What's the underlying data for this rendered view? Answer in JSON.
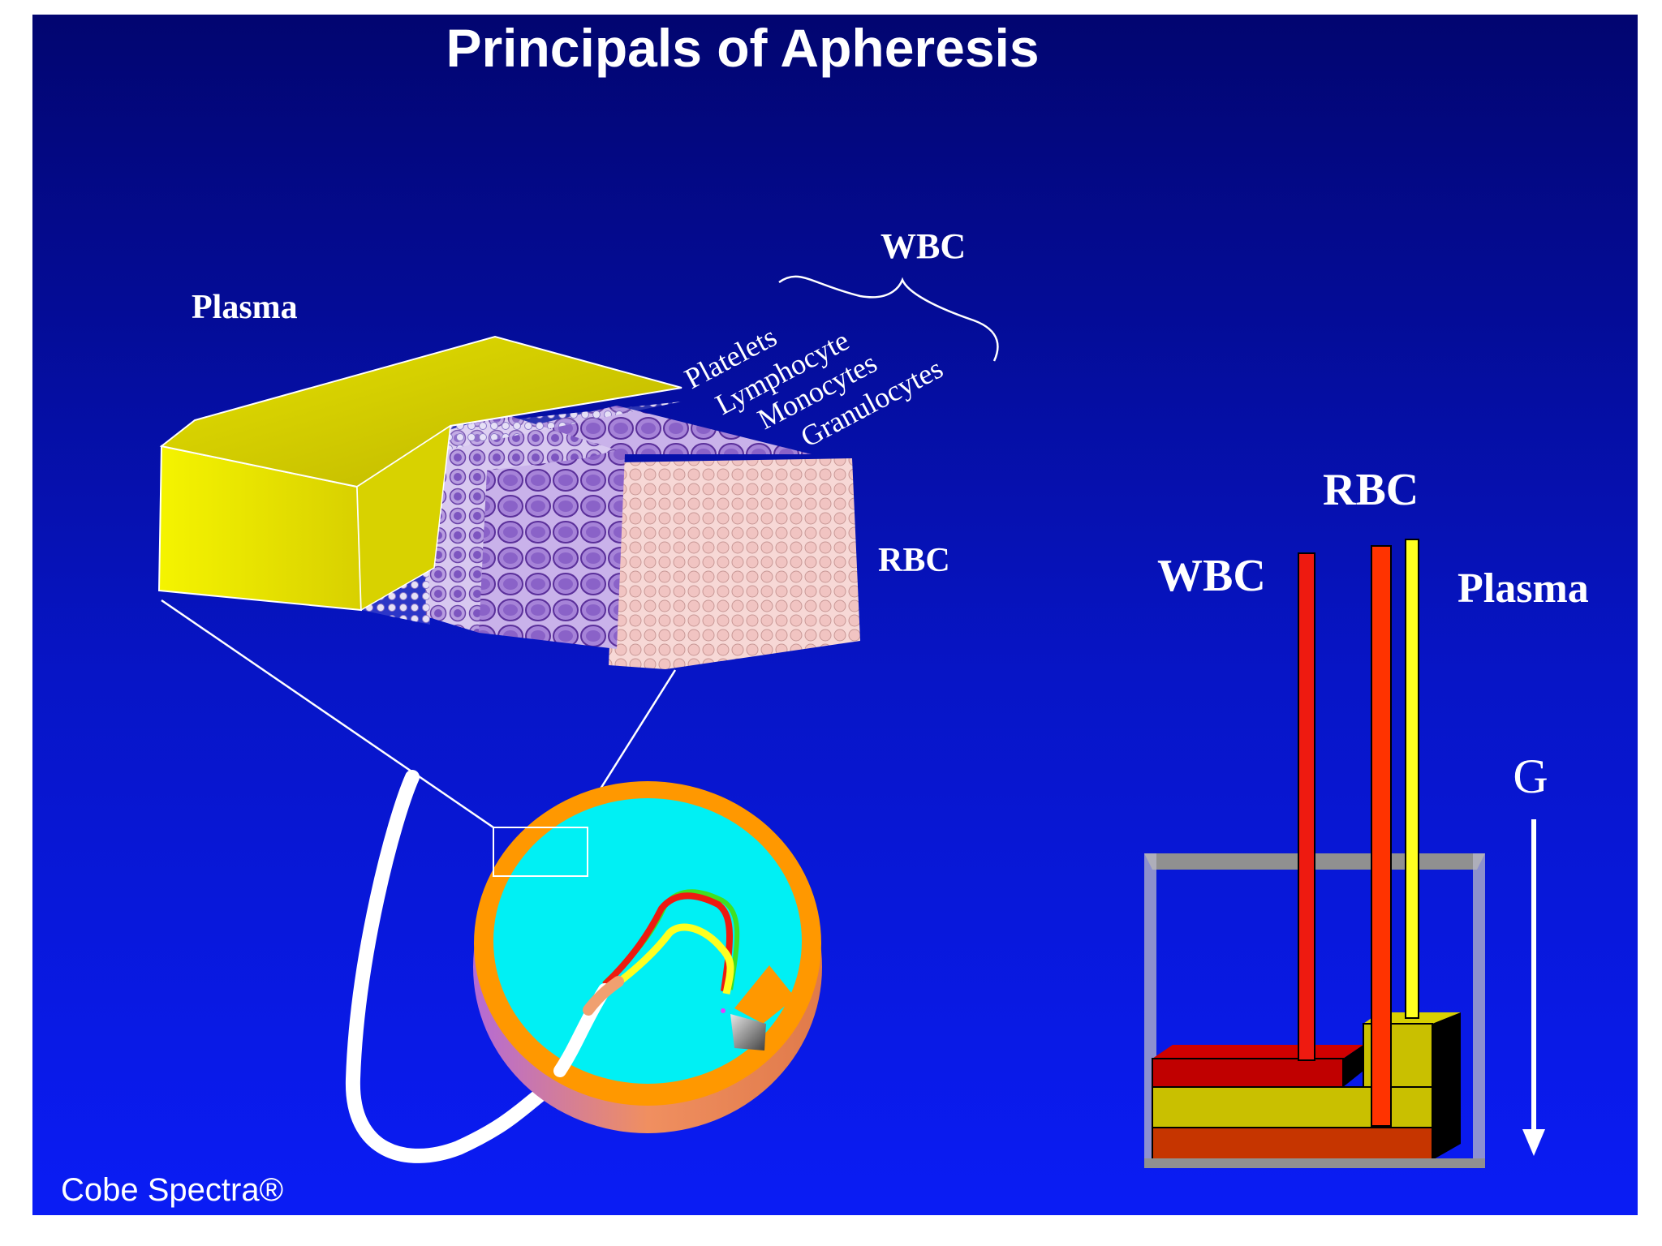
{
  "slide": {
    "title": "Principals of Apheresis",
    "footer": "Cobe Spectra®",
    "colors": {
      "background_top": "#020570",
      "background_bottom": "#0a1cf5",
      "plasma": "#f2f000",
      "wbc_tube": "#ee1a10",
      "rbc_tube": "#ff3300",
      "plasma_tube": "#ffff20",
      "rotor_ring": "#ff9800",
      "rotor_inner": "#00f0f4",
      "rbc_cells": "#f4c8c8",
      "wbc_cells": "#9b6ad0"
    }
  },
  "layer_diagram": {
    "plasma_label": "Plasma",
    "wbc_label": "WBC",
    "rbc_label": "RBC",
    "cell_types": [
      "Platelets",
      "Lymphocyte",
      "Monocytes",
      "Granulocytes"
    ]
  },
  "separator": {
    "wbc_label": "WBC",
    "rbc_label": "RBC",
    "plasma_label": "Plasma",
    "force_label": "G"
  }
}
